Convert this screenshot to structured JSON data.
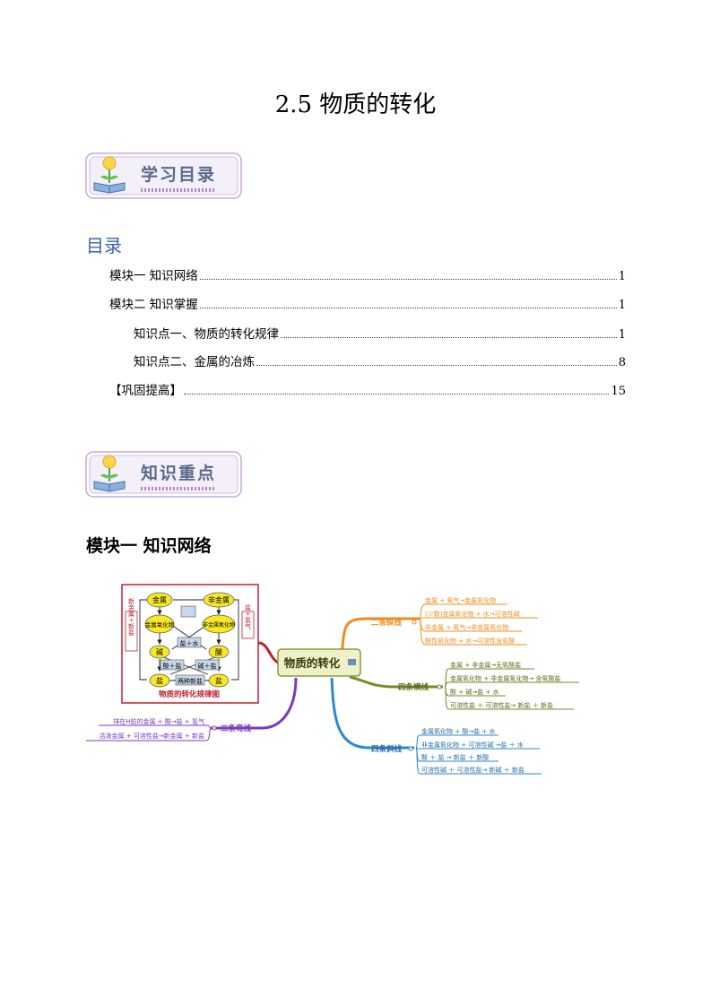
{
  "doc_title": "2.5  物质的转化",
  "banner_toc": "学习目录",
  "banner_key": "知识重点",
  "toc": {
    "heading": "目录",
    "entries": [
      {
        "label": "模块一  知识网络",
        "page": "1"
      },
      {
        "label": "模块二  知识掌握",
        "page": "1"
      },
      {
        "label": "知识点一、物质的转化规律",
        "page": "1"
      },
      {
        "label": "知识点二、金属的冶炼",
        "page": "8"
      },
      {
        "label": "【巩固提高】",
        "page": "15"
      }
    ]
  },
  "module1_heading": "模块一  知识网络",
  "diagram": {
    "caption": "物质的转化规律图",
    "nodes": {
      "metal": "金属",
      "nonmetal": "非金属",
      "metal_oxide": "金属氧化物",
      "nonmetal_oxide": "非金属氧化物",
      "base": "碱",
      "acid": "酸",
      "salt_left": "盐",
      "salt_right": "盐",
      "salt_water": "盐＋水",
      "acid_salt": "酸＋盐",
      "base_salt": "碱＋盐",
      "two_salts": "两种新盐",
      "side_left": "新金属＋新盐",
      "side_right": "盐＋氢气"
    }
  },
  "mindmap": {
    "center": "物质的转化",
    "branch_vertical": {
      "label": "二条纵线",
      "items": [
        "金属 + 氧气→金属氧化物",
        "(少数)金属氧化物 + 水→可溶性碱",
        "非金属 + 氧气→非金属氧化物",
        "酸性氧化物 + 水→可溶性含氧酸"
      ],
      "color": "#f08c1e"
    },
    "branch_horizontal": {
      "label": "四条横线",
      "items": [
        "金属 + 非金属→无氧酸盐",
        "金属氧化物 + 非金属氧化物→ 含氧酸盐",
        "酸 + 碱→盐 + 水",
        "可溶性盐 ＋ 可溶性盐→ 新盐 ＋ 新盐"
      ],
      "color": "#7a8a2a"
    },
    "branch_diagonal": {
      "label": "四条斜线",
      "items": [
        "金属氧化物 + 酸→盐 + 水",
        "非金属氧化物 + 可溶性碱 →盐 ＋ 水",
        "酸 ＋ 盐 → 新盐 ＋ 新酸",
        "可溶性碱 ＋ 可溶性盐→ 新碱 ＋ 新盐"
      ],
      "color": "#2a8ad0"
    },
    "branch_curve": {
      "label": "二条弯线",
      "items": [
        "排在H前的金属 + 酸→盐 + 氢气",
        "活泼金属 + 可溶性盐→新金属 + 新盐"
      ],
      "color": "#7a3ac0"
    }
  }
}
